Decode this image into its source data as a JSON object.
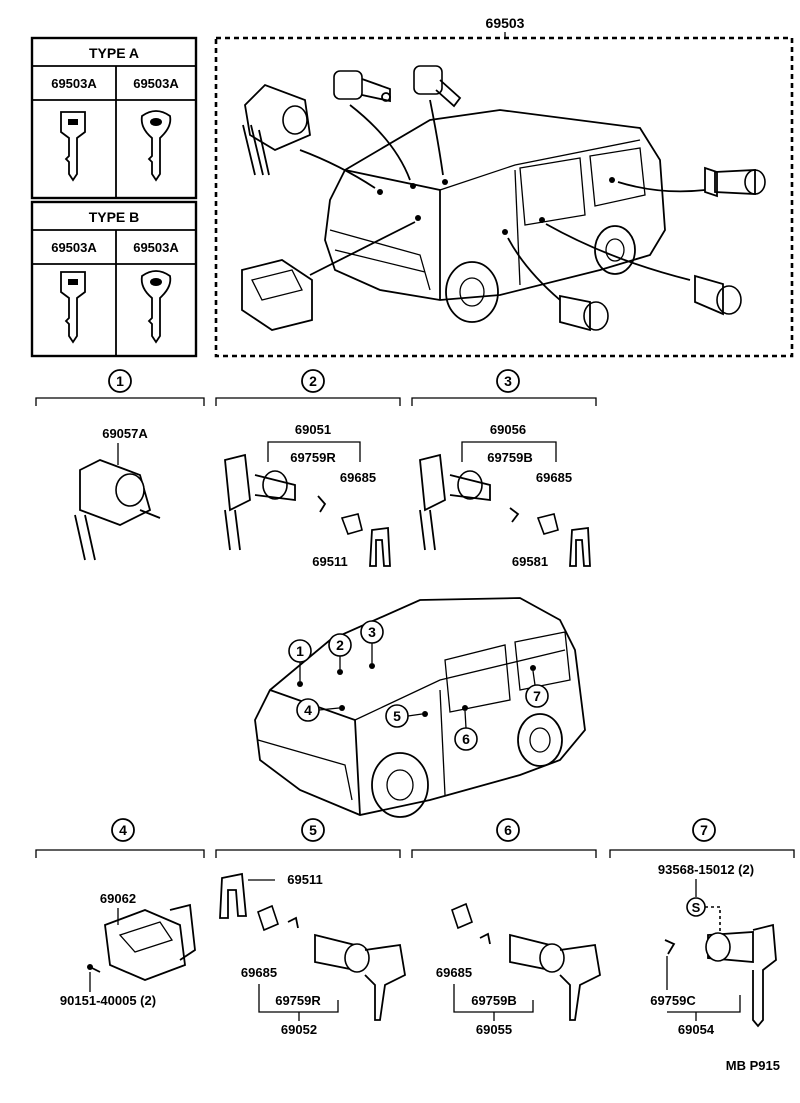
{
  "diagram": {
    "assembly_label": "69503",
    "type_a": {
      "title": "TYPE A",
      "left": "69503A",
      "right": "69503A"
    },
    "type_b": {
      "title": "TYPE B",
      "left": "69503A",
      "right": "69503A"
    },
    "sections": [
      {
        "num": "1",
        "parts": [
          "69057A"
        ]
      },
      {
        "num": "2",
        "parts": [
          "69051",
          "69759R",
          "69685",
          "69511"
        ]
      },
      {
        "num": "3",
        "parts": [
          "69056",
          "69759B",
          "69685",
          "69581"
        ]
      },
      {
        "num": "4",
        "parts": [
          "69062",
          "90151-40005 (2)"
        ]
      },
      {
        "num": "5",
        "parts": [
          "69511",
          "69685",
          "69759R",
          "69052"
        ]
      },
      {
        "num": "6",
        "parts": [
          "69685",
          "69759B",
          "69055"
        ]
      },
      {
        "num": "7",
        "parts": [
          "93568-15012 (2)",
          "69759C",
          "69054"
        ]
      }
    ],
    "screw_symbol": "S",
    "locations": [
      "1",
      "2",
      "3",
      "4",
      "5",
      "6",
      "7"
    ],
    "footer_code": "MB P915"
  }
}
